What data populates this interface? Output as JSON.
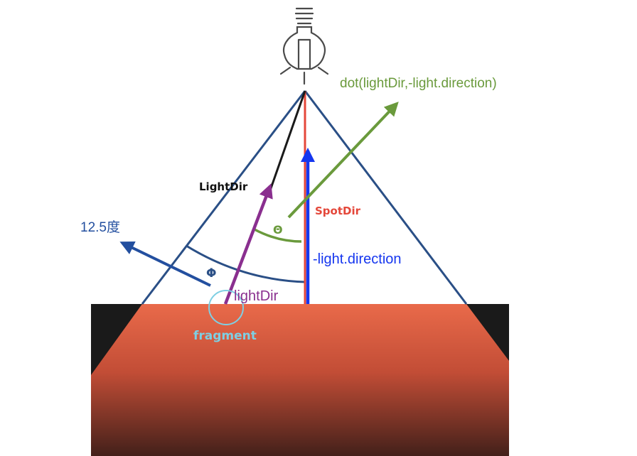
{
  "labels": {
    "dot_expr": "dot(lightDir,-light.direction)",
    "light_dir_caps": "LightDir",
    "spot_dir": "SpotDir",
    "theta": "Θ",
    "angle_value": "12.5度",
    "phi": "Φ",
    "neg_light_direction": "-light.direction",
    "light_dir": "lightDir",
    "fragment": "fragment"
  },
  "icons": {
    "lamp": "light-bulb-icon"
  },
  "colors": {
    "cone_outline": "#2a4f86",
    "spot_axis": "#e4473a",
    "neg_direction_arrow": "#1536ef",
    "light_dir_arrow": "#8a2f8f",
    "dot_arrow": "#6a9a3c",
    "outer_angle_arrow": "#234f9f",
    "fragment_circle": "#7ecfe3",
    "floor_top": "#e96a4a",
    "floor_bottom": "#4a201a",
    "floor_shadow": "#1a1a1a"
  }
}
